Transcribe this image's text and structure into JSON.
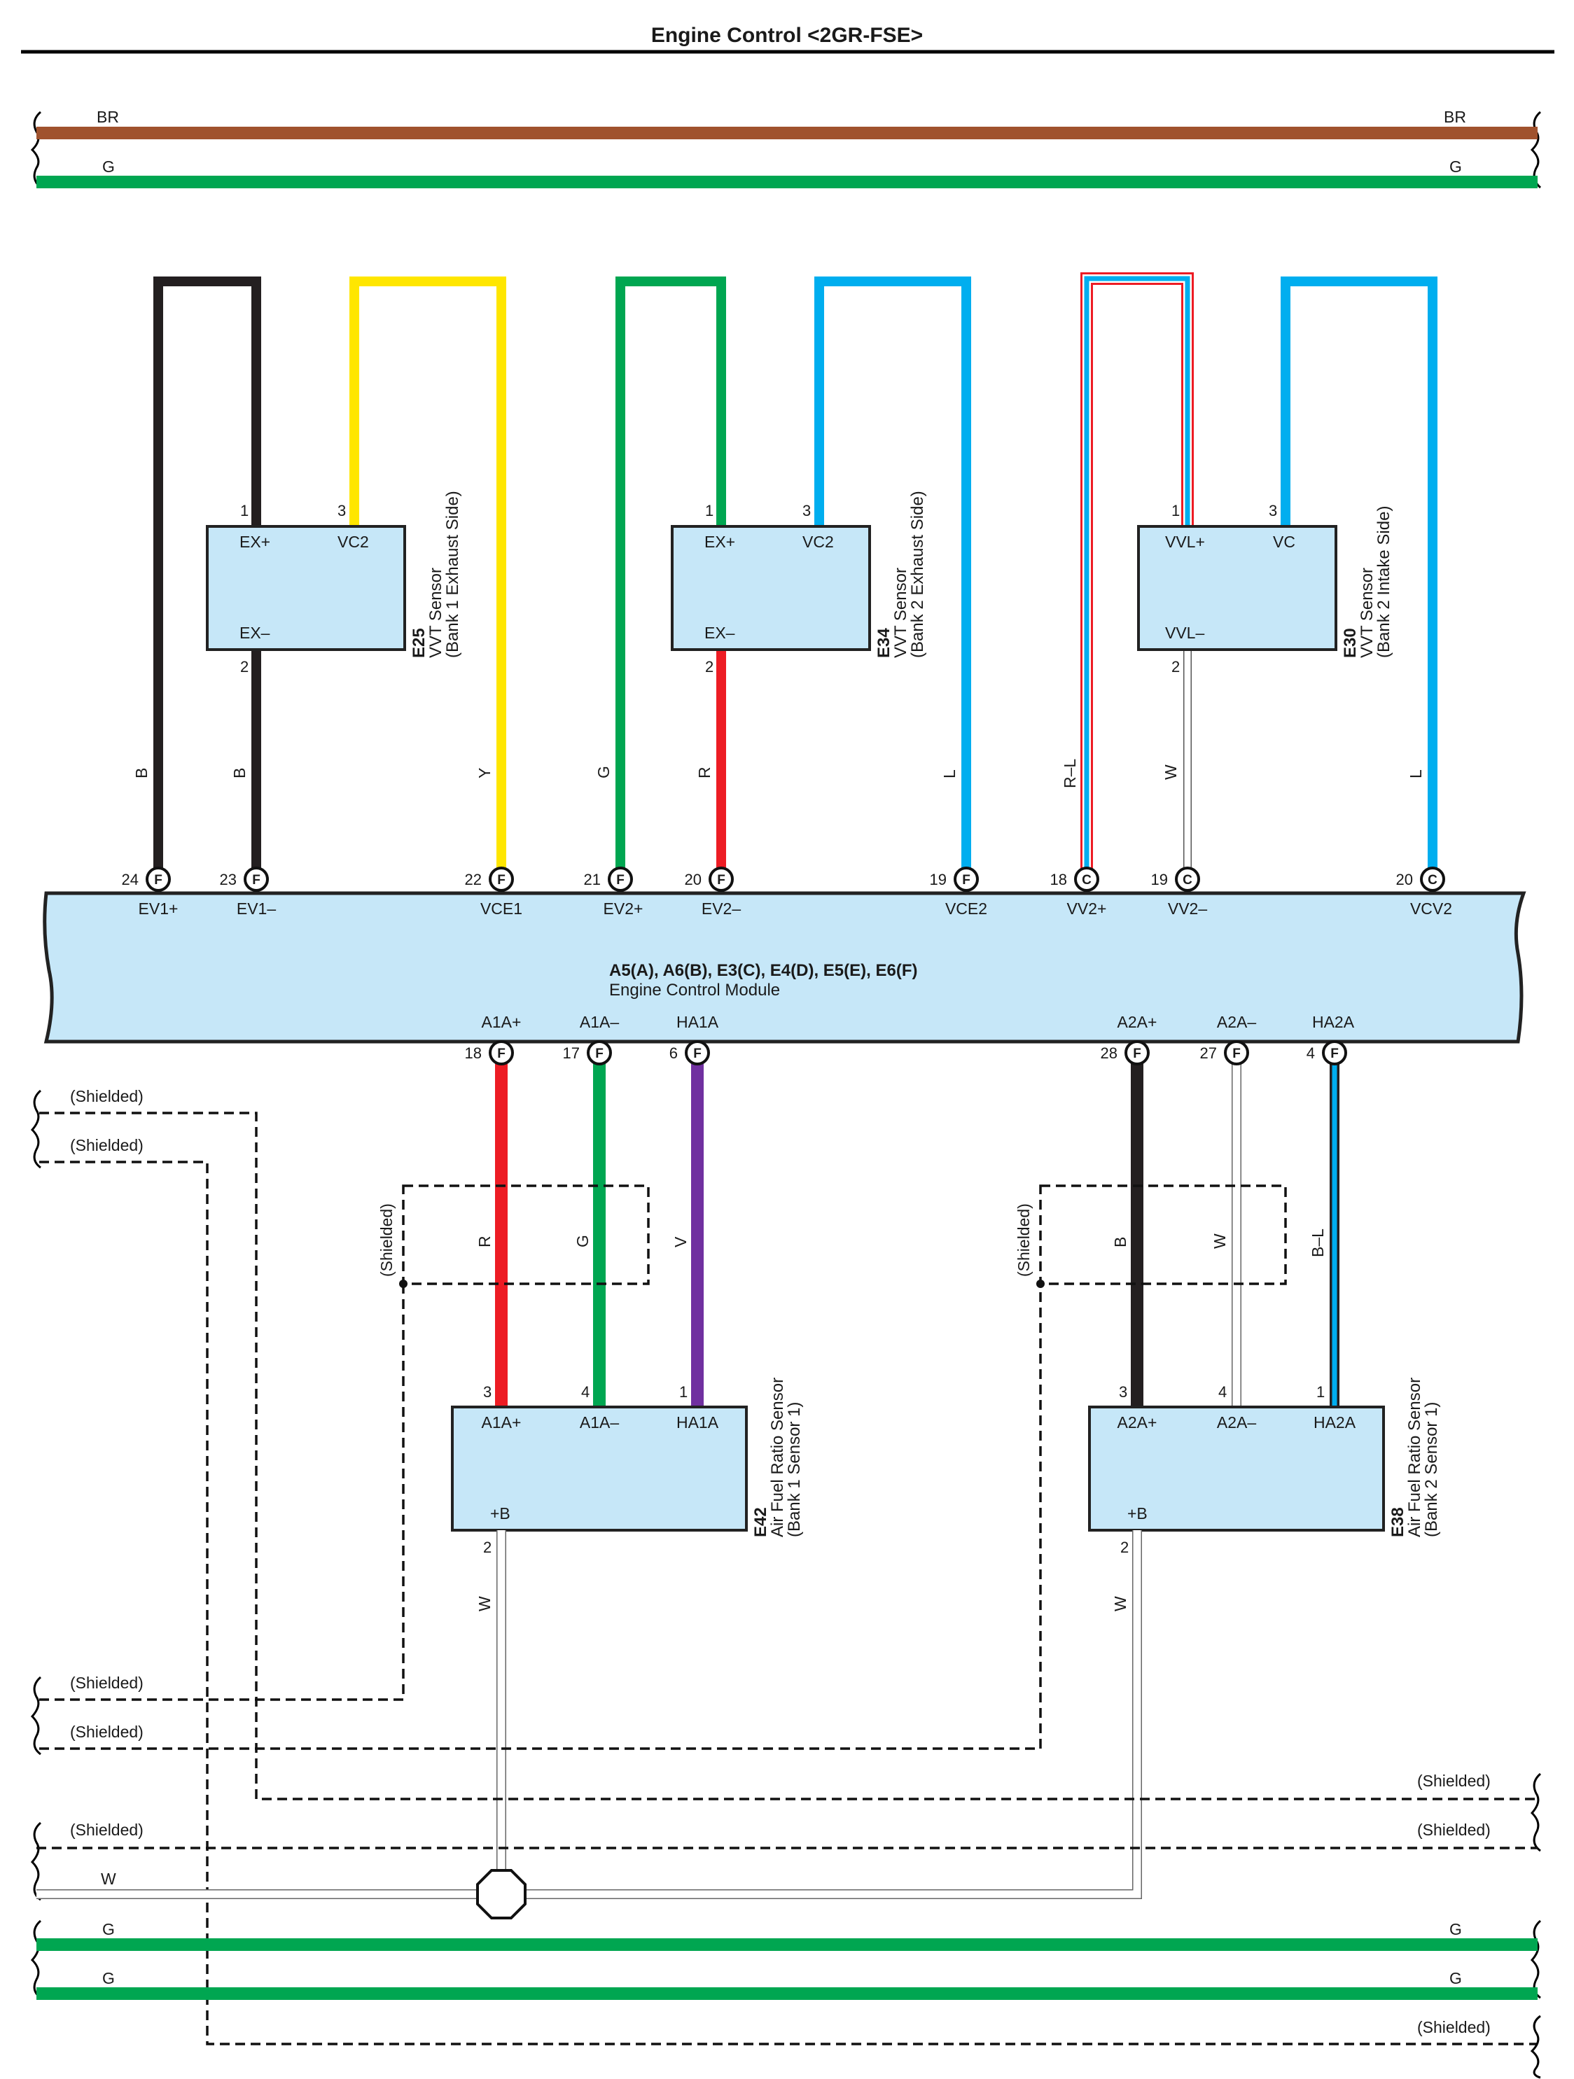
{
  "title": "Engine Control <2GR-FSE>",
  "colors": {
    "BR": "#a0522d",
    "G": "#00a651",
    "B": "#231f20",
    "Y": "#ffe600",
    "L": "#00aeef",
    "R": "#ed1c24",
    "V": "#7030a0",
    "W": "#ffffff",
    "box_fill": "#c6e7f8"
  },
  "top_buses": [
    {
      "label": "BR"
    },
    {
      "label": "G"
    }
  ],
  "bottom_buses": [
    {
      "label": "(Shielded)"
    },
    {
      "label": "(Shielded)"
    },
    {
      "label": "W"
    },
    {
      "label": "G"
    },
    {
      "label": "G"
    },
    {
      "label": "(Shielded)"
    }
  ],
  "left_shield_labels": [
    "(Shielded)",
    "(Shielded)",
    "(Shielded)",
    "(Shielded)"
  ],
  "sensors": [
    {
      "code": "E25",
      "name": "VVT Sensor",
      "detail": "(Bank 1 Exhaust Side)",
      "pins": [
        {
          "num": "1",
          "label": "EX+"
        },
        {
          "num": "3",
          "label": "VC2"
        },
        {
          "num": "2",
          "label": "EX–"
        }
      ]
    },
    {
      "code": "E34",
      "name": "VVT Sensor",
      "detail": "(Bank 2 Exhaust Side)",
      "pins": [
        {
          "num": "1",
          "label": "EX+"
        },
        {
          "num": "3",
          "label": "VC2"
        },
        {
          "num": "2",
          "label": "EX–"
        }
      ]
    },
    {
      "code": "E30",
      "name": "VVT Sensor",
      "detail": "(Bank 2 Intake Side)",
      "pins": [
        {
          "num": "1",
          "label": "VVL+"
        },
        {
          "num": "3",
          "label": "VC"
        },
        {
          "num": "2",
          "label": "VVL–"
        }
      ]
    },
    {
      "code": "E42",
      "name": "Air Fuel Ratio Sensor",
      "detail": "(Bank 1 Sensor 1)",
      "pins": [
        {
          "num": "3",
          "label": "A1A+"
        },
        {
          "num": "4",
          "label": "A1A–"
        },
        {
          "num": "1",
          "label": "HA1A"
        },
        {
          "num": "2",
          "label": "+B"
        }
      ]
    },
    {
      "code": "E38",
      "name": "Air Fuel Ratio Sensor",
      "detail": "(Bank 2 Sensor 1)",
      "pins": [
        {
          "num": "3",
          "label": "A2A+"
        },
        {
          "num": "4",
          "label": "A2A–"
        },
        {
          "num": "1",
          "label": "HA2A"
        },
        {
          "num": "2",
          "label": "+B"
        }
      ]
    }
  ],
  "ecm": {
    "connectors": "A5(A), A6(B), E3(C), E4(D), E5(E), E6(F)",
    "name": "Engine Control Module",
    "top_pins": [
      {
        "num": "24",
        "conn": "F",
        "label": "EV1+",
        "wire": "B"
      },
      {
        "num": "23",
        "conn": "F",
        "label": "EV1–",
        "wire": "B"
      },
      {
        "num": "22",
        "conn": "F",
        "label": "VCE1",
        "wire": "Y"
      },
      {
        "num": "21",
        "conn": "F",
        "label": "EV2+",
        "wire": "G"
      },
      {
        "num": "20",
        "conn": "F",
        "label": "EV2–",
        "wire": "R"
      },
      {
        "num": "19",
        "conn": "F",
        "label": "VCE2",
        "wire": "L"
      },
      {
        "num": "18",
        "conn": "C",
        "label": "VV2+",
        "wire": "R–L"
      },
      {
        "num": "19",
        "conn": "C",
        "label": "VV2–",
        "wire": "W"
      },
      {
        "num": "20",
        "conn": "C",
        "label": "VCV2",
        "wire": "L"
      }
    ],
    "bottom_pins": [
      {
        "num": "18",
        "conn": "F",
        "label": "A1A+",
        "wire": "R"
      },
      {
        "num": "17",
        "conn": "F",
        "label": "A1A–",
        "wire": "G"
      },
      {
        "num": "6",
        "conn": "F",
        "label": "HA1A",
        "wire": "V"
      },
      {
        "num": "28",
        "conn": "F",
        "label": "A2A+",
        "wire": "B"
      },
      {
        "num": "27",
        "conn": "F",
        "label": "A2A–",
        "wire": "W"
      },
      {
        "num": "4",
        "conn": "F",
        "label": "HA2A",
        "wire": "B–L"
      }
    ]
  },
  "shield_labels": [
    "(Shielded)",
    "(Shielded)"
  ],
  "plus_b_wires": [
    "W",
    "W"
  ]
}
